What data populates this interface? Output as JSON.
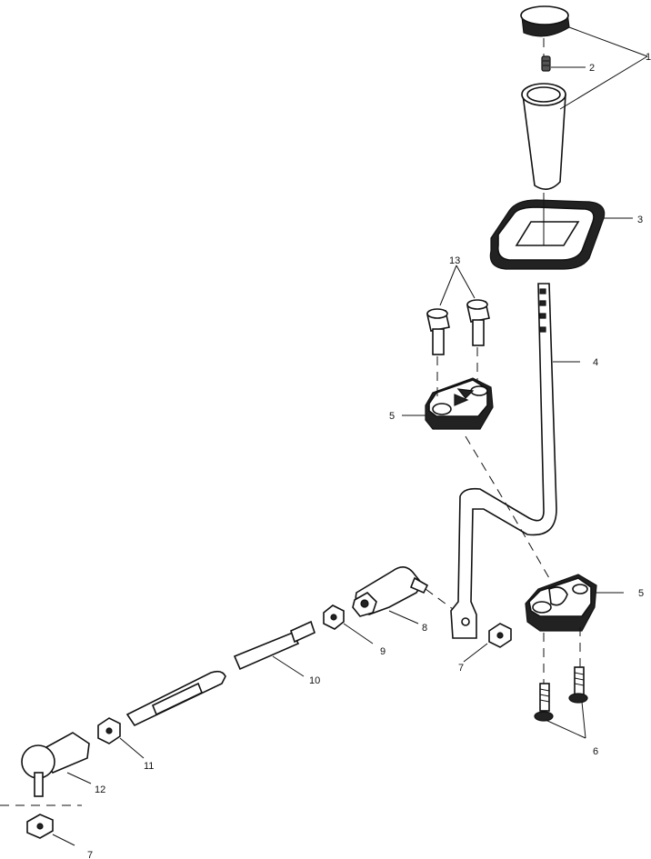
{
  "callouts": {
    "c1": "1",
    "c2": "2",
    "c3": "3",
    "c4": "4",
    "c5a": "5",
    "c5b": "5",
    "c6": "6",
    "c7a": "7",
    "c7b": "7",
    "c8": "8",
    "c9": "9",
    "c10": "10",
    "c11": "11",
    "c12": "12",
    "c13": "13"
  }
}
